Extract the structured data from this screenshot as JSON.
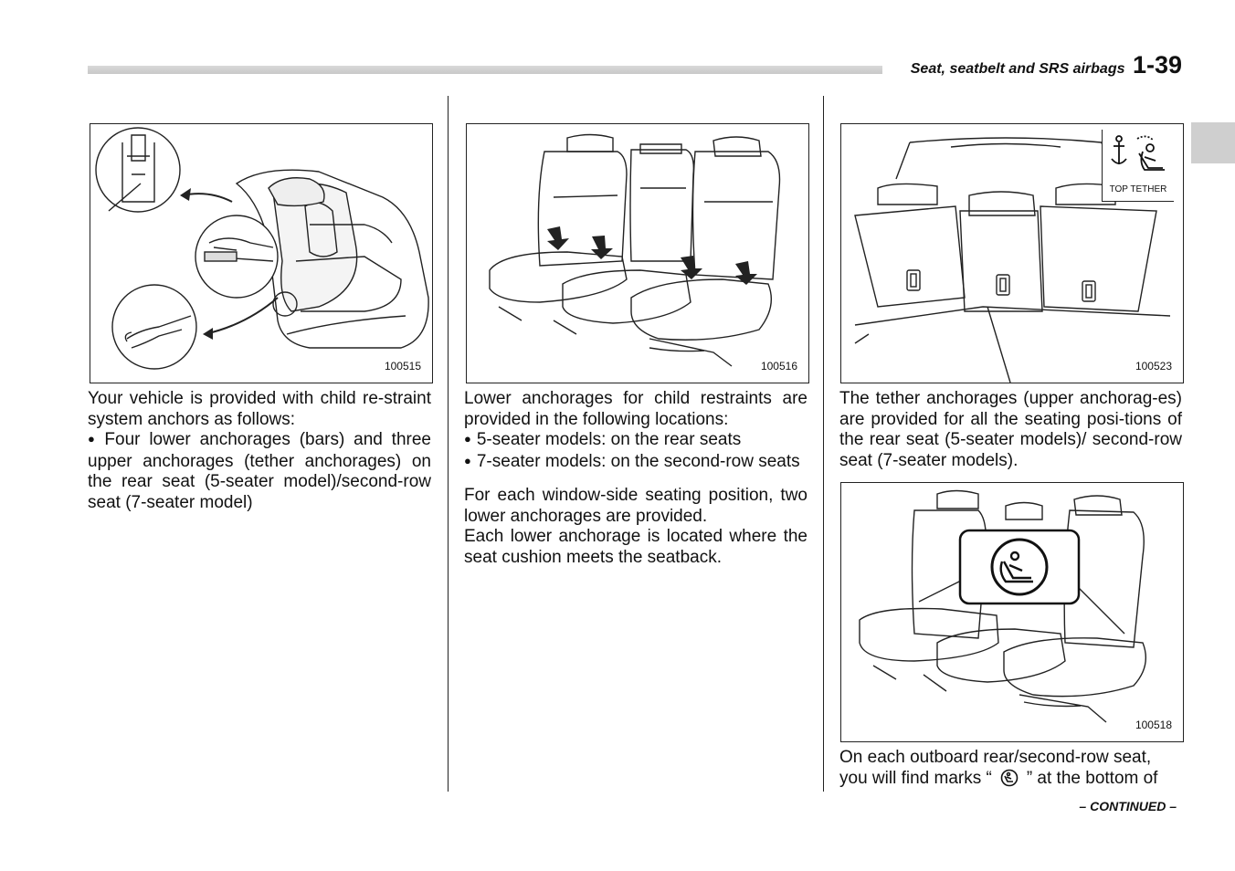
{
  "header": {
    "section_title": "Seat, seatbelt and SRS airbags",
    "page_number": "1-39"
  },
  "figures": {
    "fig1": {
      "number": "100515"
    },
    "fig2": {
      "number": "100516"
    },
    "fig3": {
      "number": "100523",
      "badge_label": "TOP TETHER"
    },
    "fig4": {
      "number": "100518"
    }
  },
  "col1": {
    "intro": "Your vehicle is provided with child re-straint system anchors as follows:",
    "bullet": "Four lower anchorages (bars) and three upper anchorages (tether anchorages) on the rear seat (5-seater model)/second-row seat (7-seater model)"
  },
  "col2": {
    "intro": "Lower anchorages for child restraints are provided in the following locations:",
    "bullet1": "5-seater models: on the rear seats",
    "bullet2": "7-seater models: on the second-row seats",
    "para1": "For each window-side seating position, two lower anchorages are provided.",
    "para2": "Each lower anchorage is located where the seat cushion meets the seatback."
  },
  "col3": {
    "para1": "The tether anchorages (upper anchorag-es) are provided for all the seating posi-tions of the rear seat (5-seater models)/ second-row seat (7-seater models).",
    "para2_before": "On each outboard rear/second-row seat, you will find marks “",
    "para2_after": "” at the bottom of"
  },
  "footer": {
    "continued": "– CONTINUED –"
  },
  "icons": [
    "child-seat-anchor-icon",
    "top-tether-icon"
  ]
}
